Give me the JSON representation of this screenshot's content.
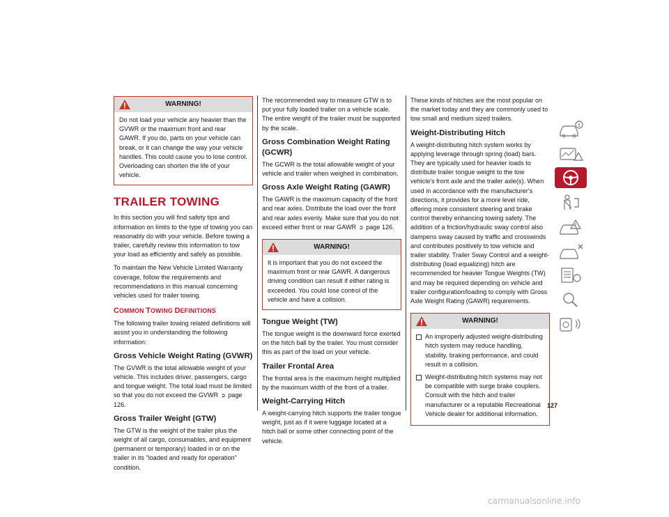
{
  "col1": {
    "warning1": {
      "title": "WARNING!",
      "text": "Do not load your vehicle any heavier than the GVWR or the maximum front and rear GAWR. If you do, parts on your vehicle can break, or it can change the way your vehicle handles. This could cause you to lose control. Overloading can shorten the life of your vehicle."
    },
    "section_title": "TRAILER TOWING",
    "intro_p1": "In this section you will find safety tips and information on limits to the type of towing you can reasonably do with your vehicle. Before towing a trailer, carefully review this information to tow your load as efficiently and safely as possible.",
    "intro_p2": "To maintain the New Vehicle Limited Warranty coverage, follow the requirements and recommendations in this manual concerning vehicles used for trailer towing.",
    "subsection": {
      "c1": "C",
      "r1": "OMMON ",
      "c2": "T",
      "r2": "OWING ",
      "c3": "D",
      "r3": "EFINITIONS"
    },
    "sub_intro": "The following trailer towing related definitions will assist you in understanding the following information:",
    "gvwr_heading": "Gross Vehicle Weight Rating (GVWR)",
    "gvwr_text": "The GVWR is the total allowable weight of your vehicle. This includes driver, passengers, cargo and tongue weight. The total load must be limited so that you do not exceed the GVWR",
    "gvwr_ref": "page 126.",
    "gtw_heading": "Gross Trailer Weight (GTW)",
    "gtw_text": "The GTW is the weight of the trailer plus the weight of all cargo, consumables, and equipment (permanent or temporary) loaded in or on the trailer in its \"loaded and ready for operation\" condition."
  },
  "col2": {
    "gtw_text2": "The recommended way to measure GTW is to put your fully loaded trailer on a vehicle scale. The entire weight of the trailer must be supported by the scale.",
    "gcwr_heading": "Gross Combination Weight Rating (GCWR)",
    "gcwr_text": "The GCWR is the total allowable weight of your vehicle and trailer when weighed in combination.",
    "gawr_heading": "Gross Axle Weight Rating (GAWR)",
    "gawr_text": "The GAWR is the maximum capacity of the front and rear axles. Distribute the load over the front and rear axles evenly. Make sure that you do not exceed either front or rear GAWR",
    "gawr_ref": "page 126.",
    "warning2": {
      "title": "WARNING!",
      "text": "It is important that you do not exceed the maximum front or rear GAWR. A dangerous driving condition can result if either rating is exceeded. You could lose control of the vehicle and have a collision."
    },
    "tw_heading": "Tongue Weight (TW)",
    "tw_text": "The tongue weight is the downward force exerted on the hitch ball by the trailer. You must consider this as part of the load on your vehicle.",
    "tfa_heading": "Trailer Frontal Area",
    "tfa_text": "The frontal area is the maximum height multiplied by the maximum width of the front of a trailer.",
    "wch_heading": "Weight-Carrying Hitch",
    "wch_text": "A weight-carrying hitch supports the trailer tongue weight, just as if it were luggage located at a hitch ball or some other connecting point of the vehicle."
  },
  "col3": {
    "hitches_text": "These kinds of hitches are the most popular on the market today and they are commonly used to tow small and medium sized trailers.",
    "wdh_heading": "Weight-Distributing Hitch",
    "wdh_text": "A weight-distributing hitch system works by applying leverage through spring (load) bars. They are typically used for heavier loads to distribute trailer tongue weight to the tow vehicle's front axle and the trailer axle(s). When used in accordance with the manufacturer's directions, it provides for a more level ride, offering more consistent steering and brake control thereby enhancing towing safety. The addition of a friction/hydraulic sway control also dampens sway caused by traffic and crosswinds and contributes positively to tow vehicle and trailer stability. Trailer Sway Control and a weight-distributing (load equalizing) hitch are recommended for heavier Tongue Weights (TW) and may be required depending on vehicle and trailer configuration/loading to comply with Gross Axle Weight Rating (GAWR) requirements.",
    "warning3": {
      "title": "WARNING!",
      "items": [
        "An improperly adjusted weight-distributing hitch system may reduce handling, stability, braking performance, and could result in a collision.",
        "Weight-distributing hitch systems may not be compatible with surge brake couplers. Consult with the hitch and trailer manufacturer or a reputable Recreational Vehicle dealer for additional information."
      ]
    }
  },
  "page_number": "127",
  "watermark": "carmanualsonline.info",
  "nav_icons": [
    "car-info-icon",
    "dashboard-warning-icon",
    "steering-wheel-icon",
    "seatbelt-safety-icon",
    "car-emergency-icon",
    "car-service-icon",
    "technical-specs-list-icon",
    "search-index-icon",
    "multimedia-icon"
  ],
  "colors": {
    "accent": "#b31b2c",
    "warning_border": "#c4342d",
    "warning_header": "#dcdcdc"
  }
}
